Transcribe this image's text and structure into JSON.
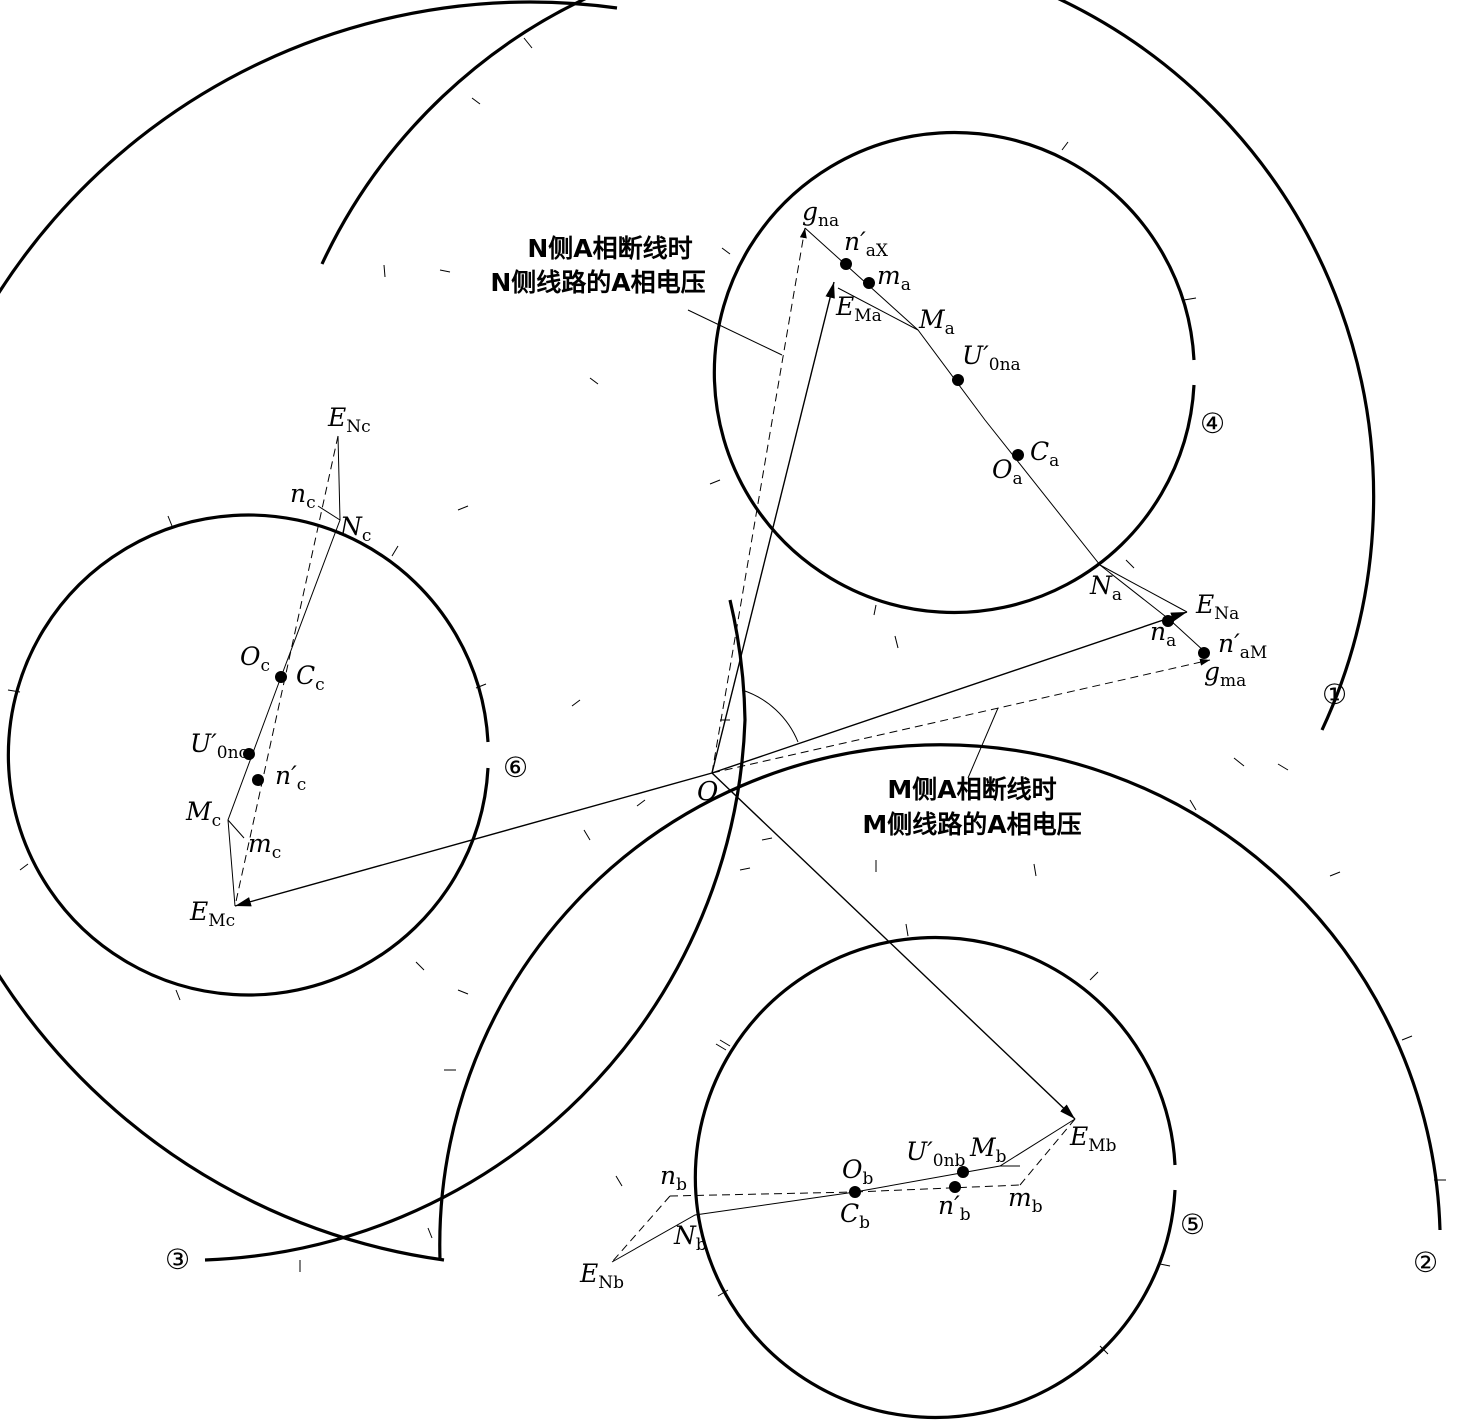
{
  "annotations": {
    "n_side_line1": "N侧A相断线时",
    "n_side_line2": "N侧线路的A相电压",
    "m_side_line1": "M侧A相断线时",
    "m_side_line2": "M侧线路的A相电压"
  },
  "circle_numbers": {
    "c1": "①",
    "c2": "②",
    "c3": "③",
    "c4": "④",
    "c5": "⑤",
    "c6": "⑥"
  },
  "points": {
    "O": "O",
    "a": {
      "g_na": [
        "g",
        "na"
      ],
      "n_aX": [
        "n′",
        "aX"
      ],
      "m_a": [
        "m",
        "a"
      ],
      "E_Ma": [
        "E",
        "Ma"
      ],
      "M_a": [
        "M",
        "a"
      ],
      "U_0na": [
        "U′",
        "0na"
      ],
      "C_a": [
        "C",
        "a"
      ],
      "O_a": [
        "O",
        "a"
      ],
      "N_a": [
        "N",
        "a"
      ],
      "E_Na": [
        "E",
        "Na"
      ],
      "n_a": [
        "n",
        "a"
      ],
      "n_aM": [
        "n′",
        "aM"
      ],
      "g_ma": [
        "g",
        "ma"
      ]
    },
    "c": {
      "E_Nc": [
        "E",
        "Nc"
      ],
      "n_c": [
        "n",
        "c"
      ],
      "N_c": [
        "N",
        "c"
      ],
      "O_c": [
        "O",
        "c"
      ],
      "C_c": [
        "C",
        "c"
      ],
      "U_0nc": [
        "U′",
        "0nc"
      ],
      "n_c2": [
        "n′",
        "c"
      ],
      "M_c": [
        "M",
        "c"
      ],
      "m_c": [
        "m",
        "c"
      ],
      "E_Mc": [
        "E",
        "Mc"
      ]
    },
    "b": {
      "E_Mb": [
        "E",
        "Mb"
      ],
      "U_0nb": [
        "U′",
        "0nb"
      ],
      "M_b": [
        "M",
        "b"
      ],
      "O_b": [
        "O",
        "b"
      ],
      "n_b": [
        "n",
        "b"
      ],
      "C_b": [
        "C",
        "b"
      ],
      "n_b2": [
        "n′",
        "b"
      ],
      "m_b": [
        "m",
        "b"
      ],
      "N_b": [
        "N",
        "b"
      ],
      "E_Nb": [
        "E",
        "Nb"
      ]
    }
  }
}
